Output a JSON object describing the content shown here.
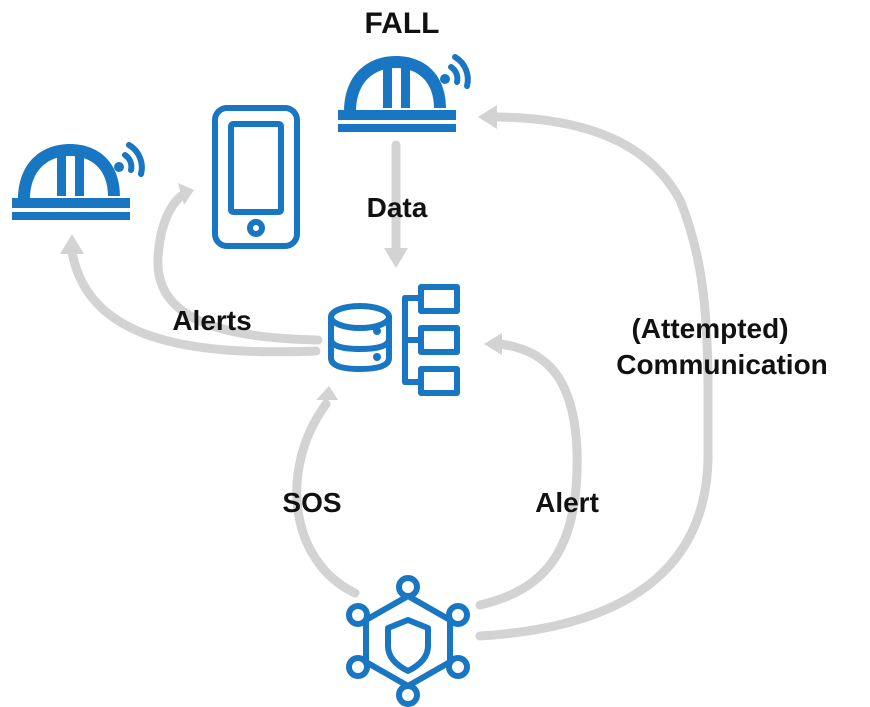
{
  "labels": {
    "fall": "FALL",
    "data": "Data",
    "alerts": "Alerts",
    "attempted": "(Attempted)",
    "communication": "Communication",
    "sos": "SOS",
    "alert": "Alert"
  },
  "colors": {
    "icon": "#1976c2",
    "arrow": "#d3d3d3",
    "text": "#111111"
  },
  "icons": [
    "hardhat-wireless-icon",
    "smartphone-icon",
    "database-hierarchy-icon",
    "security-network-icon"
  ]
}
